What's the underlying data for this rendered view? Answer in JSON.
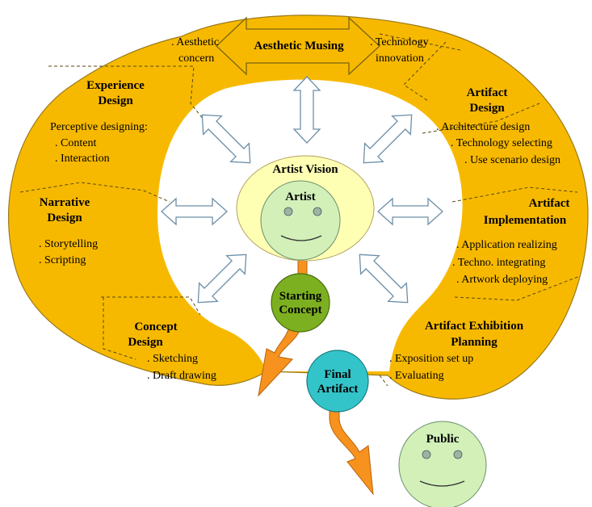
{
  "center": {
    "vision_label": "Artist Vision",
    "artist_label": "Artist",
    "starting_concept": [
      "Starting",
      "Concept"
    ],
    "final_artifact": [
      "Final",
      "Artifact"
    ],
    "public_label": "Public"
  },
  "top": {
    "musing_label": "Aesthetic Musing",
    "left_note": [
      ". Aesthetic",
      "concern"
    ],
    "right_note": [
      ". Technology",
      "innovation"
    ]
  },
  "stages": {
    "experience": {
      "title": [
        "Experience",
        "Design"
      ],
      "items": [
        "Perceptive designing:",
        ". Content",
        ". Interaction"
      ]
    },
    "narrative": {
      "title": [
        "Narrative",
        "Design"
      ],
      "items": [
        ". Storytelling",
        ". Scripting"
      ]
    },
    "concept": {
      "title": [
        "Concept",
        "Design"
      ],
      "items": [
        ". Sketching",
        ". Draft drawing"
      ]
    },
    "artifact_design": {
      "title": [
        "Artifact",
        "Design"
      ],
      "items": [
        ". Architecture design",
        ". Technology selecting",
        ". Use scenario design"
      ]
    },
    "implementation": {
      "title": [
        "Artifact",
        "Implementation"
      ],
      "items": [
        ". Application realizing",
        ". Techno. integrating",
        ". Artwork deploying"
      ]
    },
    "exhibition": {
      "title": [
        "Artifact Exhibition",
        "Planning"
      ],
      "items": [
        ". Exposition set up",
        ". Evaluating"
      ]
    }
  },
  "colors": {
    "ring": "#f7b900",
    "ring_stroke": "#9a7a1a",
    "vision": "#ffffb4",
    "face": "#d2f0b8",
    "concept_circle": "#7db021",
    "final_circle": "#33c4c9",
    "arrow_orange": "#f7921e",
    "arrow_outline": "#6d8fa8"
  }
}
